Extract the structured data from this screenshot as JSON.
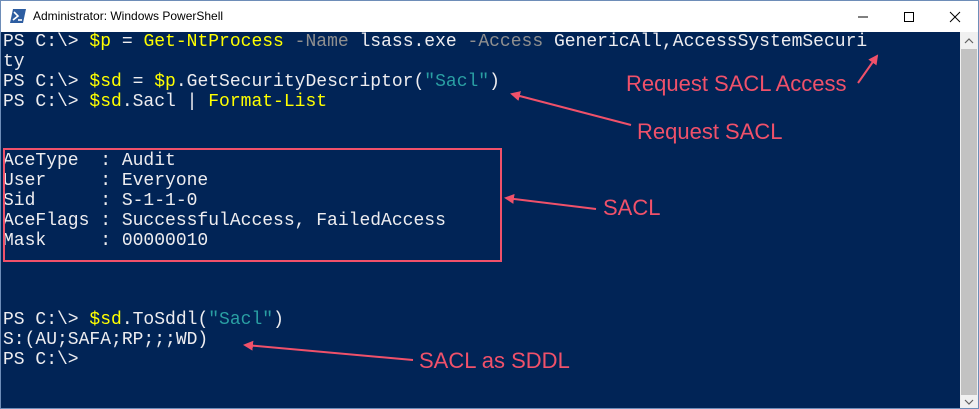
{
  "window": {
    "title": "Administrator: Windows PowerShell",
    "app_icon": "powershell-icon",
    "controls": [
      "minimize-icon",
      "maximize-icon",
      "close-icon"
    ]
  },
  "console": {
    "lines": [
      {
        "segments": [
          {
            "text": "PS C:\\> ",
            "color": "white"
          },
          {
            "text": "$p",
            "color": "yellow"
          },
          {
            "text": " = ",
            "color": "white"
          },
          {
            "text": "Get-NtProcess",
            "color": "yellow"
          },
          {
            "text": " -Name",
            "color": "gray"
          },
          {
            "text": " lsass.exe",
            "color": "white"
          },
          {
            "text": " -Access",
            "color": "gray"
          },
          {
            "text": " GenericAll,AccessSystemSecuri",
            "color": "white"
          }
        ]
      },
      {
        "segments": [
          {
            "text": "ty",
            "color": "white"
          }
        ]
      },
      {
        "segments": [
          {
            "text": "PS C:\\> ",
            "color": "white"
          },
          {
            "text": "$sd",
            "color": "yellow"
          },
          {
            "text": " = ",
            "color": "white"
          },
          {
            "text": "$p",
            "color": "yellow"
          },
          {
            "text": ".GetSecurityDescriptor(",
            "color": "white"
          },
          {
            "text": "\"Sacl\"",
            "color": "teal"
          },
          {
            "text": ")",
            "color": "white"
          }
        ]
      },
      {
        "segments": [
          {
            "text": "PS C:\\> ",
            "color": "white"
          },
          {
            "text": "$sd",
            "color": "yellow"
          },
          {
            "text": ".Sacl | ",
            "color": "white"
          },
          {
            "text": "Format-List",
            "color": "yellow"
          }
        ]
      },
      {
        "segments": [
          {
            "text": "AceType  : Audit",
            "color": "white"
          }
        ]
      },
      {
        "segments": [
          {
            "text": "User     : Everyone",
            "color": "white"
          }
        ]
      },
      {
        "segments": [
          {
            "text": "Sid      : S-1-1-0",
            "color": "white"
          }
        ]
      },
      {
        "segments": [
          {
            "text": "AceFlags : SuccessfulAccess, FailedAccess",
            "color": "white"
          }
        ]
      },
      {
        "segments": [
          {
            "text": "Mask     : 00000010",
            "color": "white"
          }
        ]
      },
      {
        "segments": [
          {
            "text": "PS C:\\> ",
            "color": "white"
          },
          {
            "text": "$sd",
            "color": "yellow"
          },
          {
            "text": ".ToSddl(",
            "color": "white"
          },
          {
            "text": "\"Sacl\"",
            "color": "teal"
          },
          {
            "text": ")",
            "color": "white"
          }
        ]
      },
      {
        "segments": [
          {
            "text": "S:(AU;SAFA;RP;;;WD)",
            "color": "white"
          }
        ]
      },
      {
        "segments": [
          {
            "text": "PS C:\\>",
            "color": "white"
          }
        ]
      }
    ]
  },
  "annotations": {
    "request_sacl_access": "Request SACL Access",
    "request_sacl": "Request SACL",
    "sacl": "SACL",
    "sacl_as_sddl": "SACL as SDDL"
  },
  "colors": {
    "background": "#012456",
    "white": "#eeedf0",
    "yellow": "#ffff00",
    "gray": "#8f8f8f",
    "teal": "#2a9fa3",
    "annotation": "#f0516a"
  }
}
